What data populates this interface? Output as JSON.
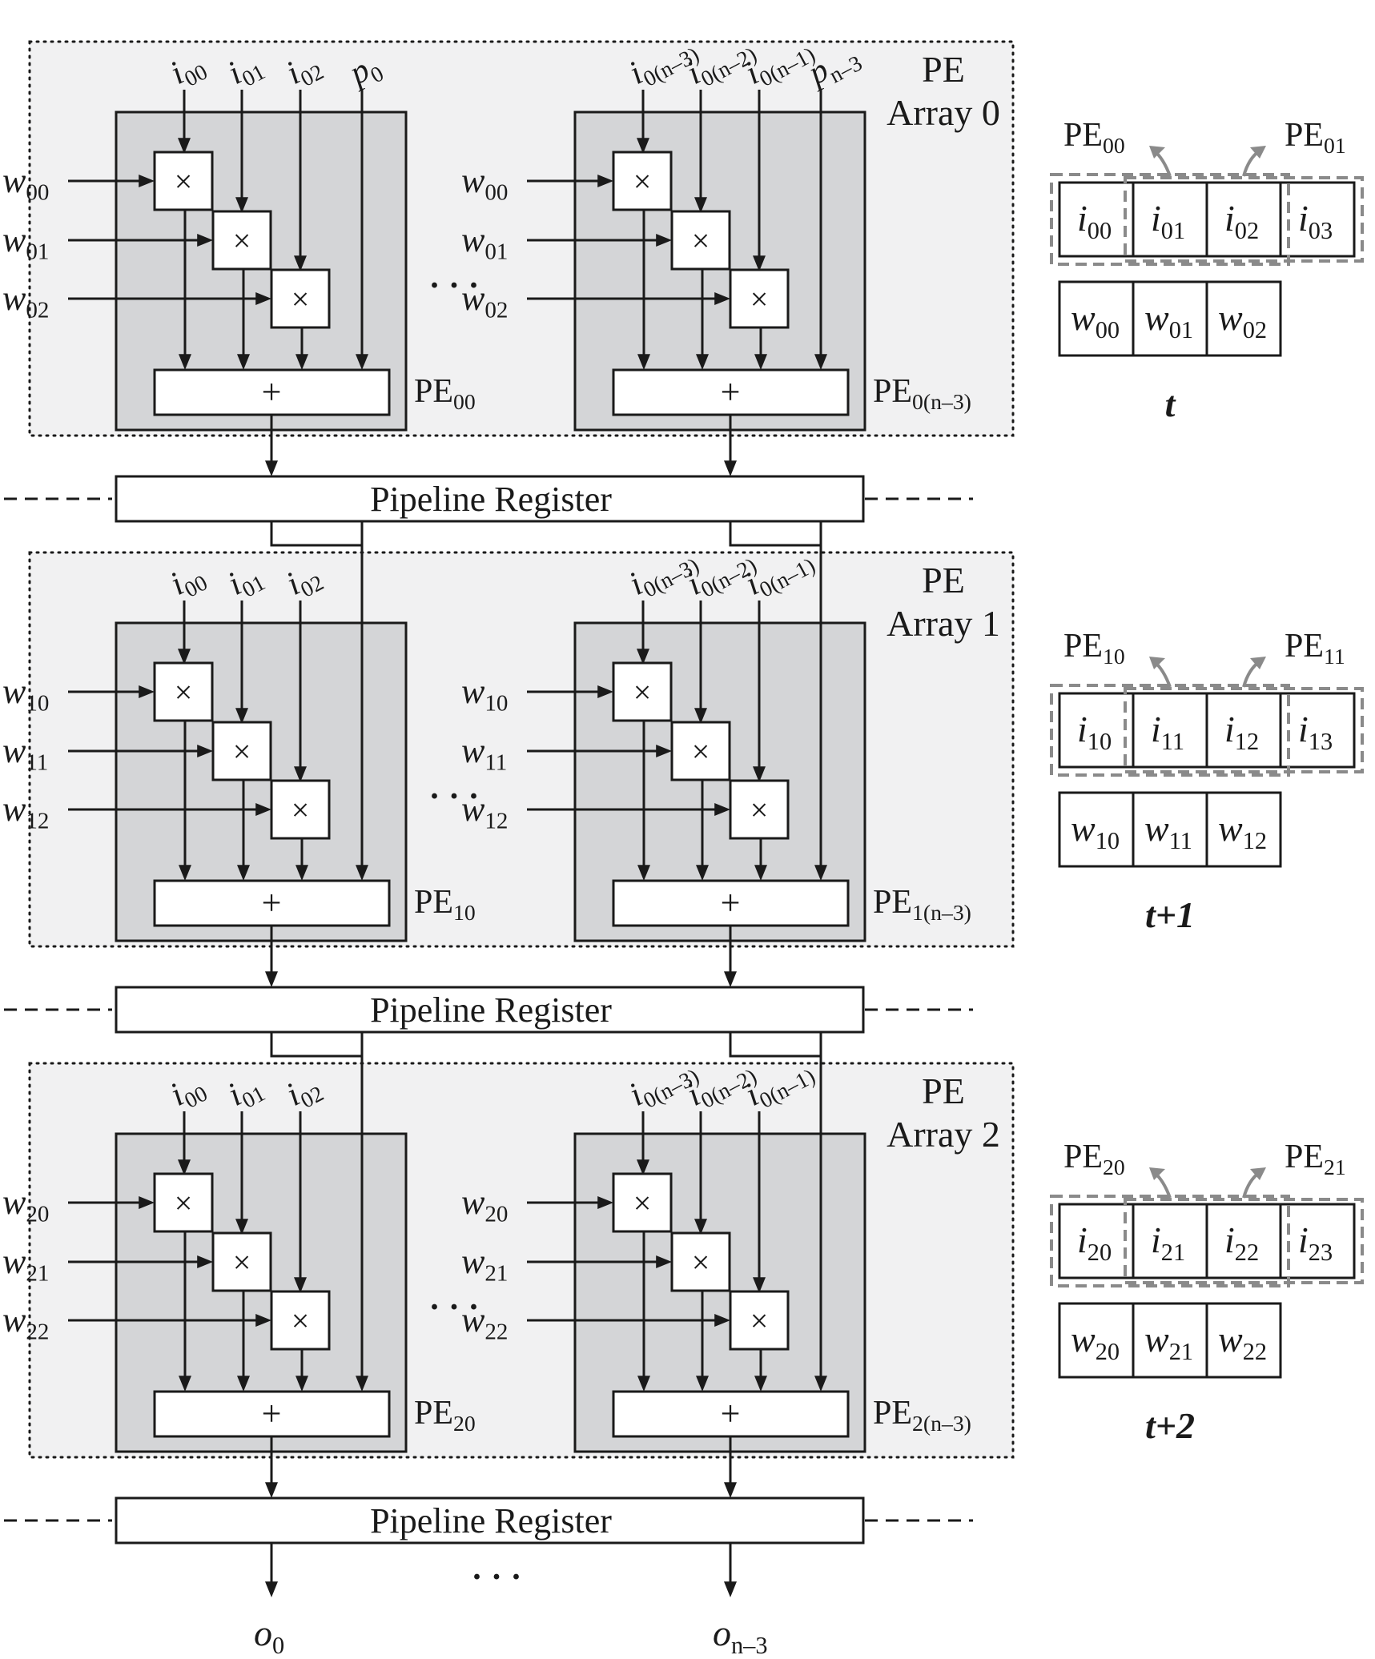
{
  "arrays": [
    {
      "title_line1": "PE",
      "title_line2": "Array 0",
      "pe_left": {
        "base": "PE",
        "sub": "00",
        "inputs": [
          {
            "b": "i",
            "s": "00"
          },
          {
            "b": "i",
            "s": "01"
          },
          {
            "b": "i",
            "s": "02"
          },
          {
            "b": "p",
            "s": "0"
          }
        ]
      },
      "pe_right": {
        "base": "PE",
        "sub": "0(n–3)",
        "inputs": [
          {
            "b": "i",
            "s": "0(n–3)"
          },
          {
            "b": "i",
            "s": "0(n–2)"
          },
          {
            "b": "i",
            "s": "0(n–1)"
          },
          {
            "b": "p",
            "s": "n–3"
          }
        ]
      },
      "weights": [
        {
          "b": "w",
          "s": "00"
        },
        {
          "b": "w",
          "s": "01"
        },
        {
          "b": "w",
          "s": "02"
        }
      ]
    },
    {
      "title_line1": "PE",
      "title_line2": "Array 1",
      "pe_left": {
        "base": "PE",
        "sub": "10",
        "inputs": [
          {
            "b": "i",
            "s": "00"
          },
          {
            "b": "i",
            "s": "01"
          },
          {
            "b": "i",
            "s": "02"
          }
        ]
      },
      "pe_right": {
        "base": "PE",
        "sub": "1(n–3)",
        "inputs": [
          {
            "b": "i",
            "s": "0(n–3)"
          },
          {
            "b": "i",
            "s": "0(n–2)"
          },
          {
            "b": "i",
            "s": "0(n–1)"
          }
        ]
      },
      "weights": [
        {
          "b": "w",
          "s": "10"
        },
        {
          "b": "w",
          "s": "11"
        },
        {
          "b": "w",
          "s": "12"
        }
      ]
    },
    {
      "title_line1": "PE",
      "title_line2": "Array 2",
      "pe_left": {
        "base": "PE",
        "sub": "20",
        "inputs": [
          {
            "b": "i",
            "s": "00"
          },
          {
            "b": "i",
            "s": "01"
          },
          {
            "b": "i",
            "s": "02"
          }
        ]
      },
      "pe_right": {
        "base": "PE",
        "sub": "2(n–3)",
        "inputs": [
          {
            "b": "i",
            "s": "0(n–3)"
          },
          {
            "b": "i",
            "s": "0(n–2)"
          },
          {
            "b": "i",
            "s": "0(n–1)"
          }
        ]
      },
      "weights": [
        {
          "b": "w",
          "s": "20"
        },
        {
          "b": "w",
          "s": "21"
        },
        {
          "b": "w",
          "s": "22"
        }
      ]
    }
  ],
  "multiply_symbol": "×",
  "add_symbol": "+",
  "ellipsis": "· · ·",
  "pipeline_label": "Pipeline Register",
  "outputs": [
    {
      "b": "o",
      "s": "0"
    },
    {
      "b": "o",
      "s": "n–3"
    }
  ],
  "timesteps": [
    {
      "pe_a": {
        "b": "PE",
        "s": "00"
      },
      "pe_b": {
        "b": "PE",
        "s": "01"
      },
      "inputs": [
        {
          "b": "i",
          "s": "00"
        },
        {
          "b": "i",
          "s": "01"
        },
        {
          "b": "i",
          "s": "02"
        },
        {
          "b": "i",
          "s": "03"
        }
      ],
      "weights": [
        {
          "b": "w",
          "s": "00"
        },
        {
          "b": "w",
          "s": "01"
        },
        {
          "b": "w",
          "s": "02"
        }
      ],
      "label": "t"
    },
    {
      "pe_a": {
        "b": "PE",
        "s": "10"
      },
      "pe_b": {
        "b": "PE",
        "s": "11"
      },
      "inputs": [
        {
          "b": "i",
          "s": "10"
        },
        {
          "b": "i",
          "s": "11"
        },
        {
          "b": "i",
          "s": "12"
        },
        {
          "b": "i",
          "s": "13"
        }
      ],
      "weights": [
        {
          "b": "w",
          "s": "10"
        },
        {
          "b": "w",
          "s": "11"
        },
        {
          "b": "w",
          "s": "12"
        }
      ],
      "label": "t+1"
    },
    {
      "pe_a": {
        "b": "PE",
        "s": "20"
      },
      "pe_b": {
        "b": "PE",
        "s": "21"
      },
      "inputs": [
        {
          "b": "i",
          "s": "20"
        },
        {
          "b": "i",
          "s": "21"
        },
        {
          "b": "i",
          "s": "22"
        },
        {
          "b": "i",
          "s": "23"
        }
      ],
      "weights": [
        {
          "b": "w",
          "s": "20"
        },
        {
          "b": "w",
          "s": "21"
        },
        {
          "b": "w",
          "s": "22"
        }
      ],
      "label": "t+2"
    }
  ],
  "colors": {
    "stroke": "#1a1a1a",
    "pe_fill": "#d4d5d7",
    "array_fill": "#f1f1f2",
    "dash_gray": "#8a8a8a"
  }
}
